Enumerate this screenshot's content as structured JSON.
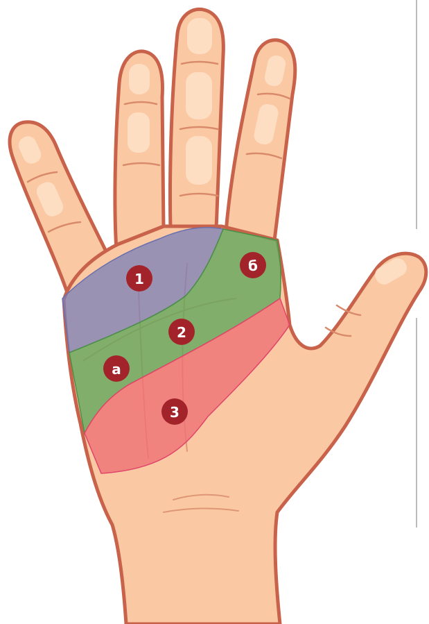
{
  "colors": {
    "skin": "#fac9a4",
    "skin_light": "#fde0c6",
    "skin_shadow": "#f0b08c",
    "outline": "#c8624a",
    "crease": "#d98a6a",
    "zone_1": "#7a7fb8",
    "zone_2": "#5fa65a",
    "zone_3": "#ee6f74",
    "marker": "#a3232b",
    "marker_text": "#ffffff",
    "divider": "#7a7a7a"
  },
  "zones": [
    {
      "id": "zone-1",
      "label": "1",
      "color_key": "zone_1"
    },
    {
      "id": "zone-2",
      "label": "2",
      "color_key": "zone_2"
    },
    {
      "id": "zone-3",
      "label": "3",
      "color_key": "zone_3"
    }
  ],
  "markers": {
    "m1": "1",
    "m2": "2",
    "m3": "3",
    "ma": "a",
    "mb": "б"
  }
}
